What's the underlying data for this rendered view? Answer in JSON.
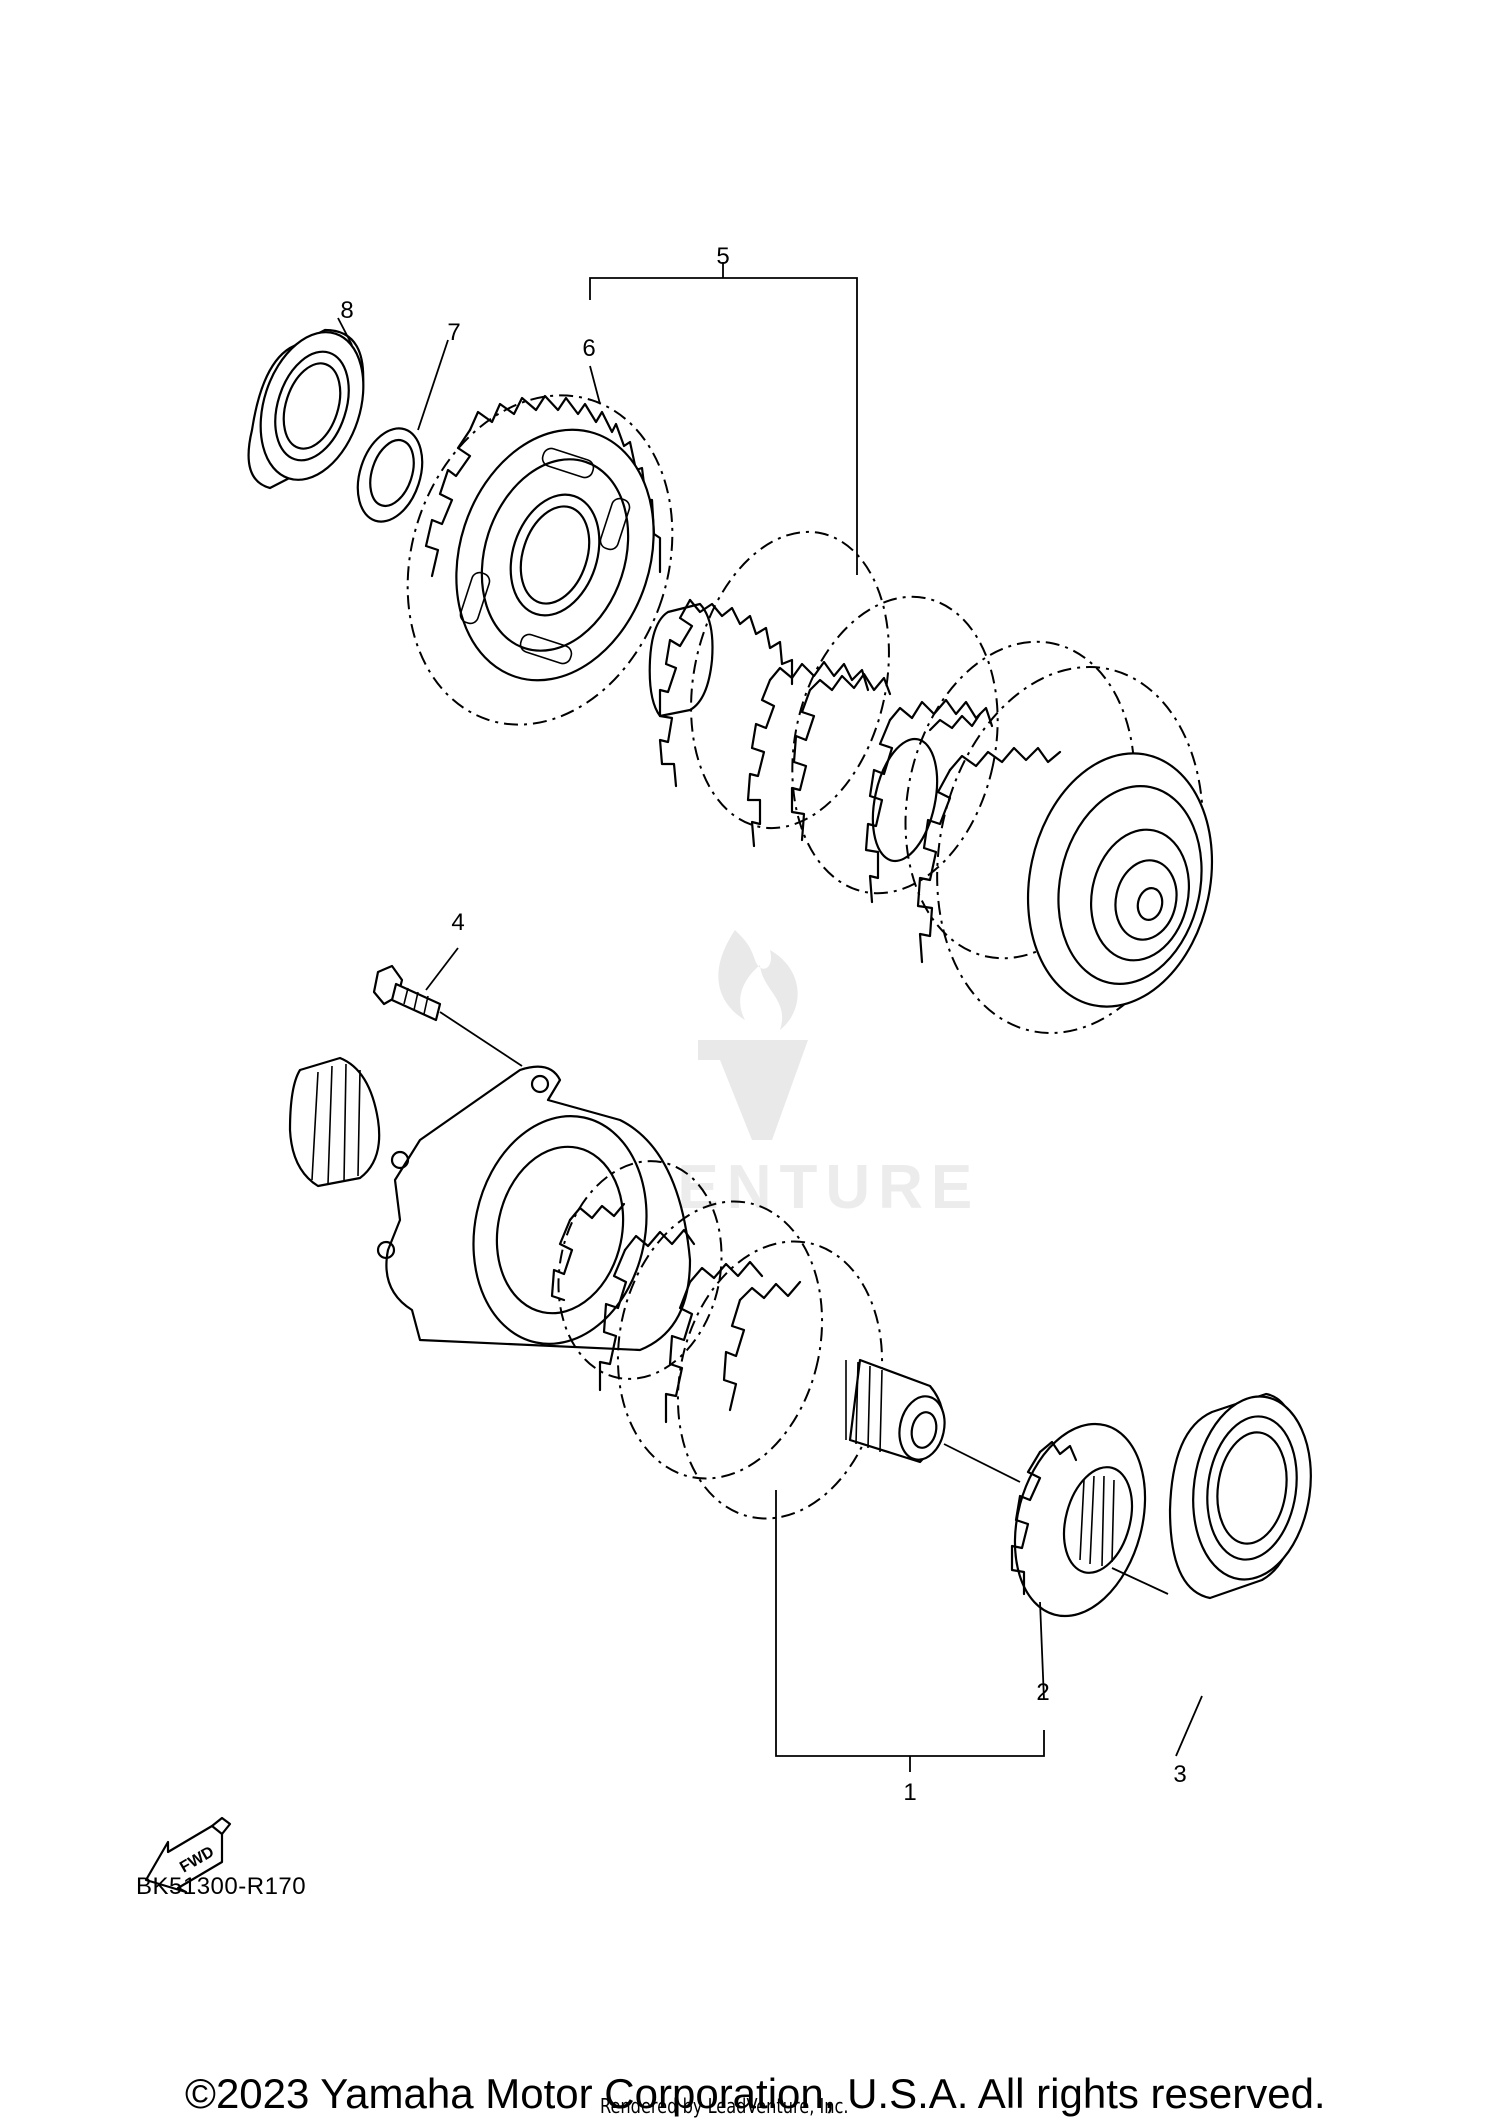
{
  "diagram": {
    "callouts": {
      "c1": "1",
      "c2": "2",
      "c3": "3",
      "c4": "4",
      "c5": "5",
      "c6": "6",
      "c7": "7",
      "c8": "8"
    },
    "fwd_label": "FWD",
    "reference_code": "BK51300-R170"
  },
  "footer": {
    "copyright": "©2023 Yamaha Motor Corporation, U.S.A. All rights reserved.",
    "rendered_by": "Rendered by LeadVenture, Inc."
  },
  "watermark": {
    "text": "VENTURE"
  },
  "icons": [
    "fwd-arrow-icon",
    "leadventure-flame-logo"
  ]
}
